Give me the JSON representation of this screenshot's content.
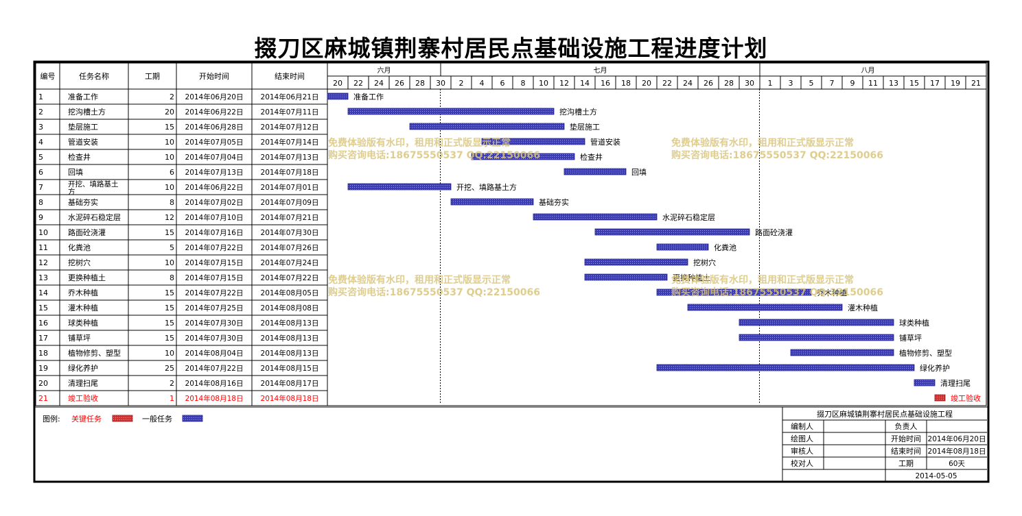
{
  "title": "掇刀区麻城镇荆寨村居民点基础设施工程进度计划",
  "columns": {
    "no": "编号",
    "name": "任务名称",
    "duration": "工期",
    "start": "开始时间",
    "end": "结束时间"
  },
  "timeline": {
    "months": [
      "六月",
      "七月",
      "八月"
    ],
    "day_labels": [
      "20",
      "22",
      "24",
      "26",
      "28",
      "30",
      "2",
      "4",
      "6",
      "8",
      "10",
      "12",
      "14",
      "16",
      "18",
      "20",
      "22",
      "24",
      "26",
      "28",
      "30",
      "1",
      "3",
      "5",
      "7",
      "9",
      "11",
      "13",
      "15",
      "17",
      "19",
      "21"
    ]
  },
  "legend": {
    "label": "图例:",
    "critical": "关键任务",
    "normal": "一般任务"
  },
  "watermark": {
    "line1": "免费体验版有水印，租用和正式版显示正常",
    "line2": "购买咨询电话:18675550537 QQ:22150066"
  },
  "info_box": {
    "project": "掇刀区麻城镇荆寨村居民点基础设施工程",
    "compiler_label": "编制人",
    "compiler": "",
    "owner_label": "负责人",
    "owner": "",
    "drawer_label": "绘图人",
    "drawer": "",
    "start_label": "开始时间",
    "start": "2014年06月20日",
    "reviewer_label": "审核人",
    "reviewer": "",
    "end_label": "结束时间",
    "end": "2014年08月18日",
    "checker_label": "校对人",
    "checker": "",
    "duration_label": "工期",
    "duration": "60天",
    "date": "2014-05-05"
  },
  "colors": {
    "normal": "#3c3cb4",
    "critical": "#d23232",
    "critical_text": "#ff0000",
    "watermark": "#d9c47a"
  },
  "chart_data": {
    "type": "gantt",
    "title": "掇刀区麻城镇荆寨村居民点基础设施工程进度计划",
    "x_range": [
      "2014-06-20",
      "2014-08-21"
    ],
    "tasks": [
      {
        "no": "1",
        "name": "准备工作",
        "duration": "2",
        "start": "2014年06月20日",
        "end": "2014年06月21日",
        "start_date": "2014-06-20",
        "end_date": "2014-06-21",
        "critical": false
      },
      {
        "no": "2",
        "name": "挖沟槽土方",
        "duration": "20",
        "start": "2014年06月22日",
        "end": "2014年07月11日",
        "start_date": "2014-06-22",
        "end_date": "2014-07-11",
        "critical": false
      },
      {
        "no": "3",
        "name": "垫层施工",
        "duration": "15",
        "start": "2014年06月28日",
        "end": "2014年07月12日",
        "start_date": "2014-06-28",
        "end_date": "2014-07-12",
        "critical": false
      },
      {
        "no": "4",
        "name": "管道安装",
        "duration": "10",
        "start": "2014年07月05日",
        "end": "2014年07月14日",
        "start_date": "2014-07-05",
        "end_date": "2014-07-14",
        "critical": false
      },
      {
        "no": "5",
        "name": "检查井",
        "duration": "10",
        "start": "2014年07月04日",
        "end": "2014年07月13日",
        "start_date": "2014-07-04",
        "end_date": "2014-07-13",
        "critical": false
      },
      {
        "no": "6",
        "name": "回填",
        "duration": "6",
        "start": "2014年07月13日",
        "end": "2014年07月18日",
        "start_date": "2014-07-13",
        "end_date": "2014-07-18",
        "critical": false
      },
      {
        "no": "7",
        "name": "开挖、填路基土方",
        "duration": "10",
        "start": "2014年06月22日",
        "end": "2014年07月01日",
        "start_date": "2014-06-22",
        "end_date": "2014-07-01",
        "critical": false
      },
      {
        "no": "8",
        "name": "基础夯实",
        "duration": "8",
        "start": "2014年07月02日",
        "end": "2014年07月09日",
        "start_date": "2014-07-02",
        "end_date": "2014-07-09",
        "critical": false
      },
      {
        "no": "9",
        "name": "水泥碎石稳定层",
        "duration": "12",
        "start": "2014年07月10日",
        "end": "2014年07月21日",
        "start_date": "2014-07-10",
        "end_date": "2014-07-21",
        "critical": false
      },
      {
        "no": "10",
        "name": "路面砼浇灌",
        "duration": "15",
        "start": "2014年07月16日",
        "end": "2014年07月30日",
        "start_date": "2014-07-16",
        "end_date": "2014-07-30",
        "critical": false
      },
      {
        "no": "11",
        "name": "化粪池",
        "duration": "5",
        "start": "2014年07月22日",
        "end": "2014年07月26日",
        "start_date": "2014-07-22",
        "end_date": "2014-07-26",
        "critical": false
      },
      {
        "no": "12",
        "name": "挖树穴",
        "duration": "10",
        "start": "2014年07月15日",
        "end": "2014年07月24日",
        "start_date": "2014-07-15",
        "end_date": "2014-07-24",
        "critical": false
      },
      {
        "no": "13",
        "name": "更换种植土",
        "duration": "8",
        "start": "2014年07月15日",
        "end": "2014年07月22日",
        "start_date": "2014-07-15",
        "end_date": "2014-07-22",
        "critical": false
      },
      {
        "no": "14",
        "name": "乔木种植",
        "duration": "15",
        "start": "2014年07月22日",
        "end": "2014年08月05日",
        "start_date": "2014-07-22",
        "end_date": "2014-08-05",
        "critical": false
      },
      {
        "no": "15",
        "name": "灌木种植",
        "duration": "15",
        "start": "2014年07月25日",
        "end": "2014年08月08日",
        "start_date": "2014-07-25",
        "end_date": "2014-08-08",
        "critical": false
      },
      {
        "no": "16",
        "name": "球类种植",
        "duration": "15",
        "start": "2014年07月30日",
        "end": "2014年08月13日",
        "start_date": "2014-07-30",
        "end_date": "2014-08-13",
        "critical": false
      },
      {
        "no": "17",
        "name": "铺草坪",
        "duration": "15",
        "start": "2014年07月30日",
        "end": "2014年08月13日",
        "start_date": "2014-07-30",
        "end_date": "2014-08-13",
        "critical": false
      },
      {
        "no": "18",
        "name": "植物修剪、塑型",
        "duration": "10",
        "start": "2014年08月04日",
        "end": "2014年08月13日",
        "start_date": "2014-08-04",
        "end_date": "2014-08-13",
        "critical": false
      },
      {
        "no": "19",
        "name": "绿化养护",
        "duration": "25",
        "start": "2014年07月22日",
        "end": "2014年08月15日",
        "start_date": "2014-07-22",
        "end_date": "2014-08-15",
        "critical": false
      },
      {
        "no": "20",
        "name": "清理扫尾",
        "duration": "2",
        "start": "2014年08月16日",
        "end": "2014年08月17日",
        "start_date": "2014-08-16",
        "end_date": "2014-08-17",
        "critical": false
      },
      {
        "no": "21",
        "name": "竣工验收",
        "duration": "1",
        "start": "2014年08月18日",
        "end": "2014年08月18日",
        "start_date": "2014-08-18",
        "end_date": "2014-08-18",
        "critical": true
      }
    ]
  }
}
